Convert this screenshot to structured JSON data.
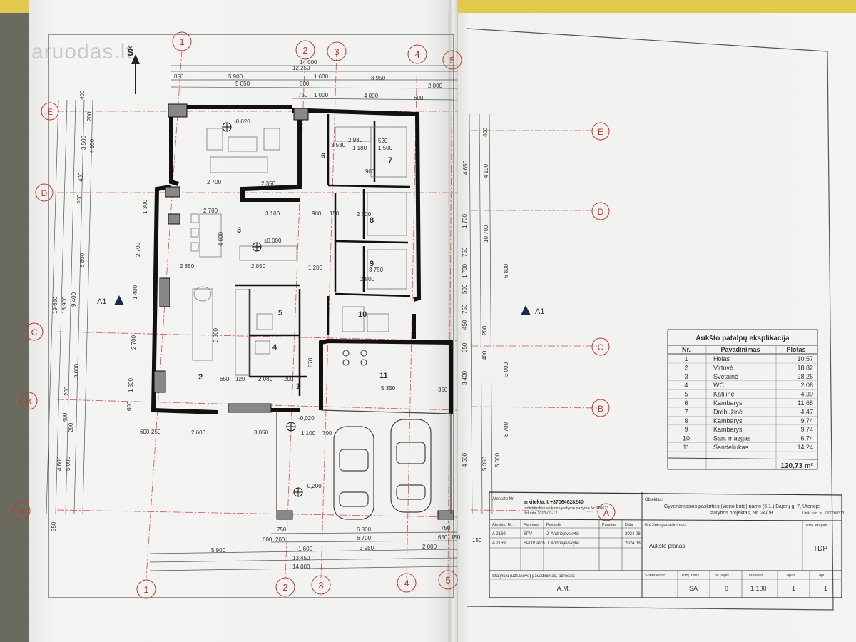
{
  "watermark": "aruodas.lt",
  "north_label": "Š",
  "axes": {
    "top": [
      "1",
      "2",
      "3",
      "4",
      "5"
    ],
    "rows": [
      "E",
      "D",
      "C",
      "B",
      "A"
    ]
  },
  "dims_top": [
    "14 000",
    "12 250",
    "850",
    "5 900",
    "1 600",
    "3 950",
    "5 050",
    "600",
    "2 000",
    "750",
    "1 000",
    "4 000",
    "600"
  ],
  "dims_bottom": [
    "750",
    "6 800",
    "750",
    "600",
    "200",
    "6 700",
    "650",
    "150",
    "5 900",
    "1 600",
    "3 950",
    "2 000",
    "13 450",
    "14 000"
  ],
  "dims_left": [
    "400",
    "200",
    "3 500",
    "4 100",
    "400",
    "200",
    "1 300",
    "2 700",
    "19 650",
    "18 900",
    "9 400",
    "6 800",
    "1 400",
    "2 700",
    "3 000",
    "1 300",
    "200",
    "600",
    "400",
    "200",
    "4 600",
    "5 000",
    "350"
  ],
  "dims_right": [
    "400",
    "4 650",
    "4 100",
    "10 700",
    "1 700",
    "750",
    "1 700",
    "500",
    "750",
    "450",
    "400",
    "200",
    "6 800",
    "350",
    "3 400",
    "3 000",
    "8 700",
    "4 600",
    "5 350",
    "5 000",
    "150"
  ],
  "section_marks": [
    "A1",
    "A1"
  ],
  "levels": [
    "-0,020",
    "±0,000",
    "-0,020",
    "-0,200"
  ],
  "room_numbers": [
    "1",
    "2",
    "3",
    "4",
    "5",
    "6",
    "7",
    "8",
    "9",
    "10",
    "11"
  ],
  "room_dims": [
    "2 700",
    "2 350",
    "3 530",
    "2 980",
    "1 500",
    "1 180",
    "2 700",
    "3 100",
    "900",
    "150",
    "2 600",
    "4 000",
    "2 850",
    "2 850",
    "1 200",
    "3 800",
    "650",
    "120",
    "2 080",
    "200",
    "870",
    "5 350",
    "350",
    "2 600",
    "3 050",
    "1 100",
    "700",
    "600",
    "250",
    "900",
    "520",
    "3 750",
    "2 800"
  ],
  "explication": {
    "title": "Aukšto patalpų eksplikacija",
    "headers": [
      "Nr.",
      "Pavadinimas",
      "Plotas"
    ],
    "rows": [
      [
        "1",
        "Holas",
        "10,57"
      ],
      [
        "2",
        "Virtuvė",
        "18,82"
      ],
      [
        "3",
        "Svetainė",
        "28,26"
      ],
      [
        "4",
        "WC",
        "2,08"
      ],
      [
        "5",
        "Katilinė",
        "4,39"
      ],
      [
        "6",
        "Kambarys",
        "11,68"
      ],
      [
        "7",
        "Drabužinė",
        "4,47"
      ],
      [
        "8",
        "Kambarys",
        "9,74"
      ],
      [
        "9",
        "Kambarys",
        "9,74"
      ],
      [
        "10",
        "San. mazgas",
        "6,74"
      ],
      [
        "11",
        "Sandėliukas",
        "14,24"
      ]
    ],
    "total": "120,73 m²"
  },
  "title_block": {
    "att_no_label": "Atestato Nr.",
    "company": "arkitekta.lt +37064628240",
    "company_sub1": "Individualios veiklos vykdymo pažyma Nr.310621",
    "company_sub2": "išduota 2013-03-12",
    "object_label": "Objektas:",
    "object1": "Gyvenamosios paskirties (vieno buto) namo (6.1.) Bajorų g. 7, Utenoje",
    "object2": "statybos projektas, Nr. 24/08.",
    "object_code": "Unik. kad. nr. 6200000373",
    "cols": [
      "Atestato Nr.",
      "Pareigos",
      "Pavardė",
      "Parašas",
      "Data"
    ],
    "row1": [
      "A 2169",
      "SPV",
      "J. Andriejevskytė",
      "",
      "2024 08"
    ],
    "row2": [
      "A 2169",
      "SPDV arch.",
      "J. Andriejevskytė",
      "",
      "2024 08"
    ],
    "drawing_label": "Brėžinio pavadinimas:",
    "drawing_title": "Aukšto planas",
    "stage_label": "Proj. etapas",
    "stage": "TDP",
    "owner_label": "Statytojo (užsakovo) pavadinimas, adresas:",
    "owner": "A.M.",
    "bottom_labels": [
      "Sutarties nr.",
      "Proj. dalis",
      "Nr. lapis",
      "Mastelis",
      "Lapas",
      "Lapų"
    ],
    "bottom_values": [
      "",
      "SA",
      "0",
      "1:100",
      "1",
      "1"
    ]
  }
}
